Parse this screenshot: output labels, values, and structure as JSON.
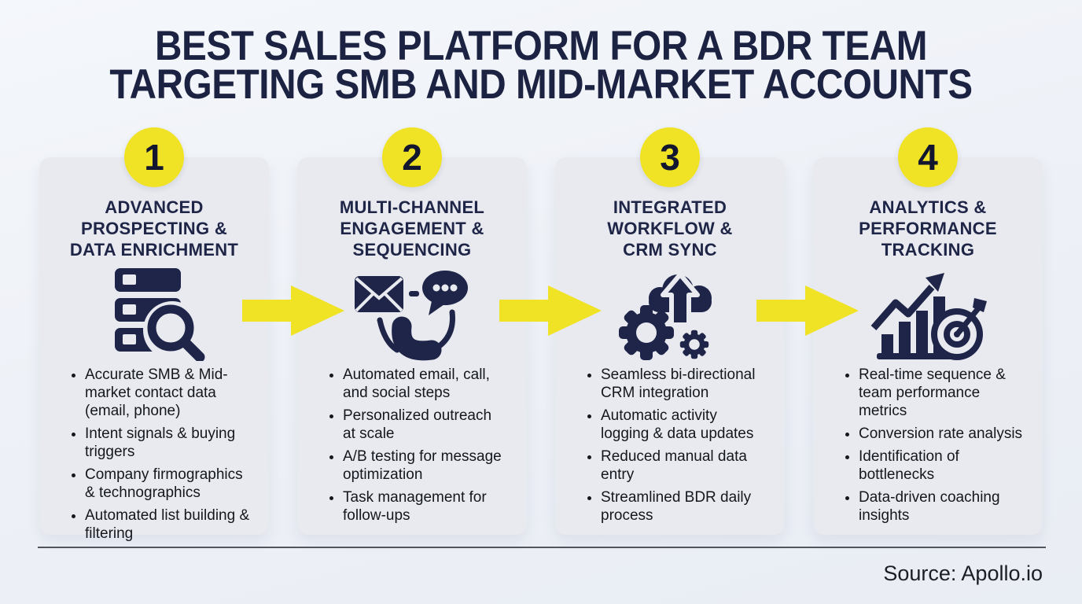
{
  "title": {
    "line1": "BEST SALES PLATFORM FOR A BDR TEAM",
    "line2": "TARGETING SMB AND MID-MARKET ACCOUNTS"
  },
  "colors": {
    "accent_yellow": "#F0E224",
    "navy": "#1E2548",
    "card_background": "#E8EAEF",
    "page_background": "#EEF1F7",
    "body_text": "#14171E"
  },
  "columns": [
    {
      "number": "1",
      "icon": "database-search-icon",
      "heading_lines": [
        "ADVANCED",
        "PROSPECTING &",
        "DATA ENRICHMENT"
      ],
      "bullets": [
        "Accurate SMB & Mid-market contact data (email, phone)",
        "Intent signals & buying triggers",
        "Company firmographics & technographics",
        "Automated list building & filtering"
      ]
    },
    {
      "number": "2",
      "icon": "multichannel-communication-icon",
      "heading_lines": [
        "MULTI-CHANNEL",
        "ENGAGEMENT &",
        "SEQUENCING"
      ],
      "bullets": [
        "Automated email, call, and social steps",
        "Personalized outreach at scale",
        "A/B testing for message optimization",
        "Task management for follow-ups"
      ]
    },
    {
      "number": "3",
      "icon": "cloud-sync-gears-icon",
      "heading_lines": [
        "INTEGRATED",
        "WORKFLOW &",
        "CRM SYNC"
      ],
      "bullets": [
        "Seamless bi-directional CRM integration",
        "Automatic activity logging & data updates",
        "Reduced manual data entry",
        "Streamlined BDR daily process"
      ]
    },
    {
      "number": "4",
      "icon": "analytics-target-chart-icon",
      "heading_lines": [
        "ANALYTICS &",
        "PERFORMANCE",
        "TRACKING"
      ],
      "bullets": [
        "Real-time sequence & team performance metrics",
        "Conversion rate analysis",
        "Identification of bottlenecks",
        "Data-driven coaching insights"
      ]
    }
  ],
  "footer": {
    "source_label": "Source: Apollo.io"
  }
}
